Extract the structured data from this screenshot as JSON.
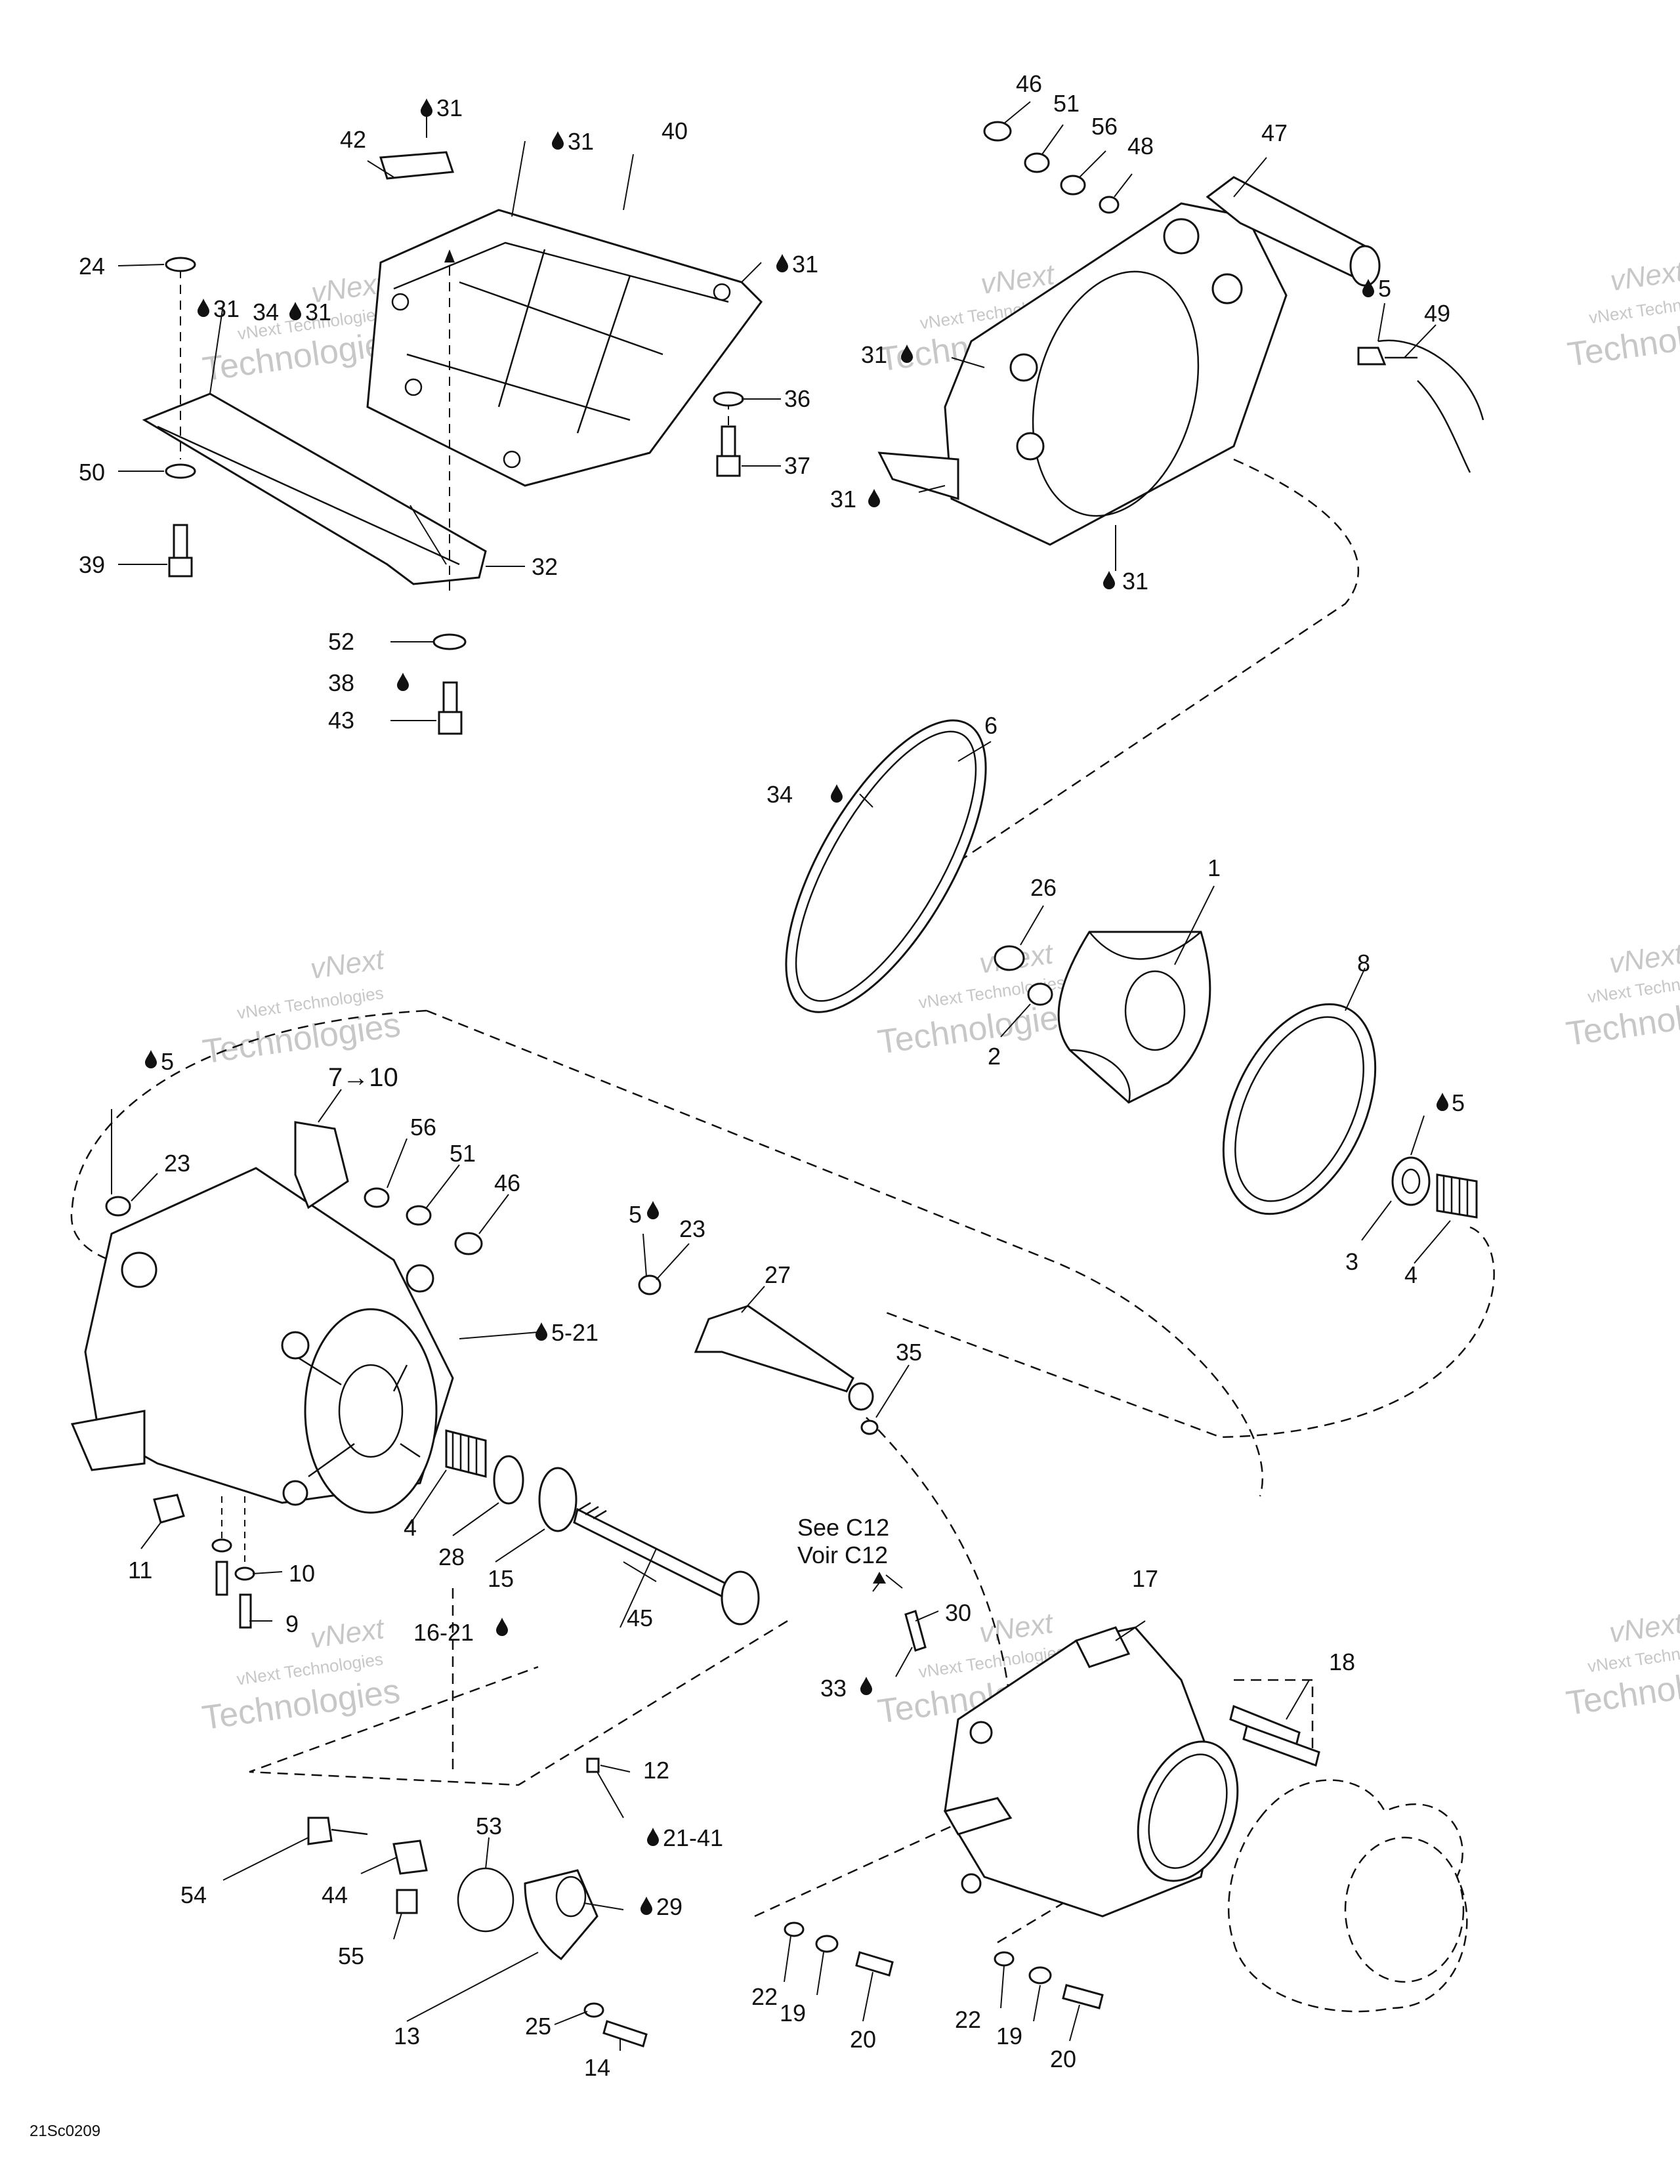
{
  "callouts": {
    "c46_top": "46",
    "c51_top": "51",
    "c56_top": "56",
    "c48": "48",
    "c47": "47",
    "c42": "42",
    "c31_a": "31",
    "c31_b": "31",
    "c40": "40",
    "c24": "24",
    "c31_c": "31",
    "c34": "34",
    "c31_d": "31",
    "c31_e": "31",
    "c31_f": "31",
    "c31_g": "31",
    "c36": "36",
    "c37": "37",
    "c50": "50",
    "c39": "39",
    "c32": "32",
    "c52": "52",
    "c38": "38",
    "c43": "43",
    "c5_a": "5",
    "c49": "49",
    "c6": "6",
    "c34_b": "34",
    "c26": "26",
    "c1": "1",
    "c2": "2",
    "c8": "8",
    "c5_b": "5",
    "c3": "3",
    "c4_a": "4",
    "c5_c": "5",
    "c7_10": "7→10",
    "c23_a": "23",
    "c56_b": "56",
    "c51_b": "51",
    "c46_b": "46",
    "c5_21": "5-21",
    "c5_d": "5",
    "c23_b": "23",
    "c27": "27",
    "c35": "35",
    "c11": "11",
    "c4_b": "4",
    "c28": "28",
    "c15": "15",
    "c10": "10",
    "c9": "9",
    "c16_21": "16-21",
    "c45": "45",
    "see_c12": "See C12",
    "voir_c12": "Voir C12",
    "c30": "30",
    "c17": "17",
    "c33": "33",
    "c18": "18",
    "c12": "12",
    "c21_41": "21-41",
    "c53": "53",
    "c54": "54",
    "c44": "44",
    "c29": "29",
    "c55": "55",
    "c13": "13",
    "c25": "25",
    "c14": "14",
    "c22_a": "22",
    "c19_a": "19",
    "c20_a": "20",
    "c22_b": "22",
    "c19_b": "19",
    "c20_b": "20"
  },
  "drawing_code": "21Sc0209",
  "watermark": {
    "line1": "vNext",
    "line2": "vNext Technologies",
    "line3": "Technologies"
  },
  "colors": {
    "ink": "#111111",
    "watermark": "#9a9a9a",
    "background": "#ffffff"
  }
}
